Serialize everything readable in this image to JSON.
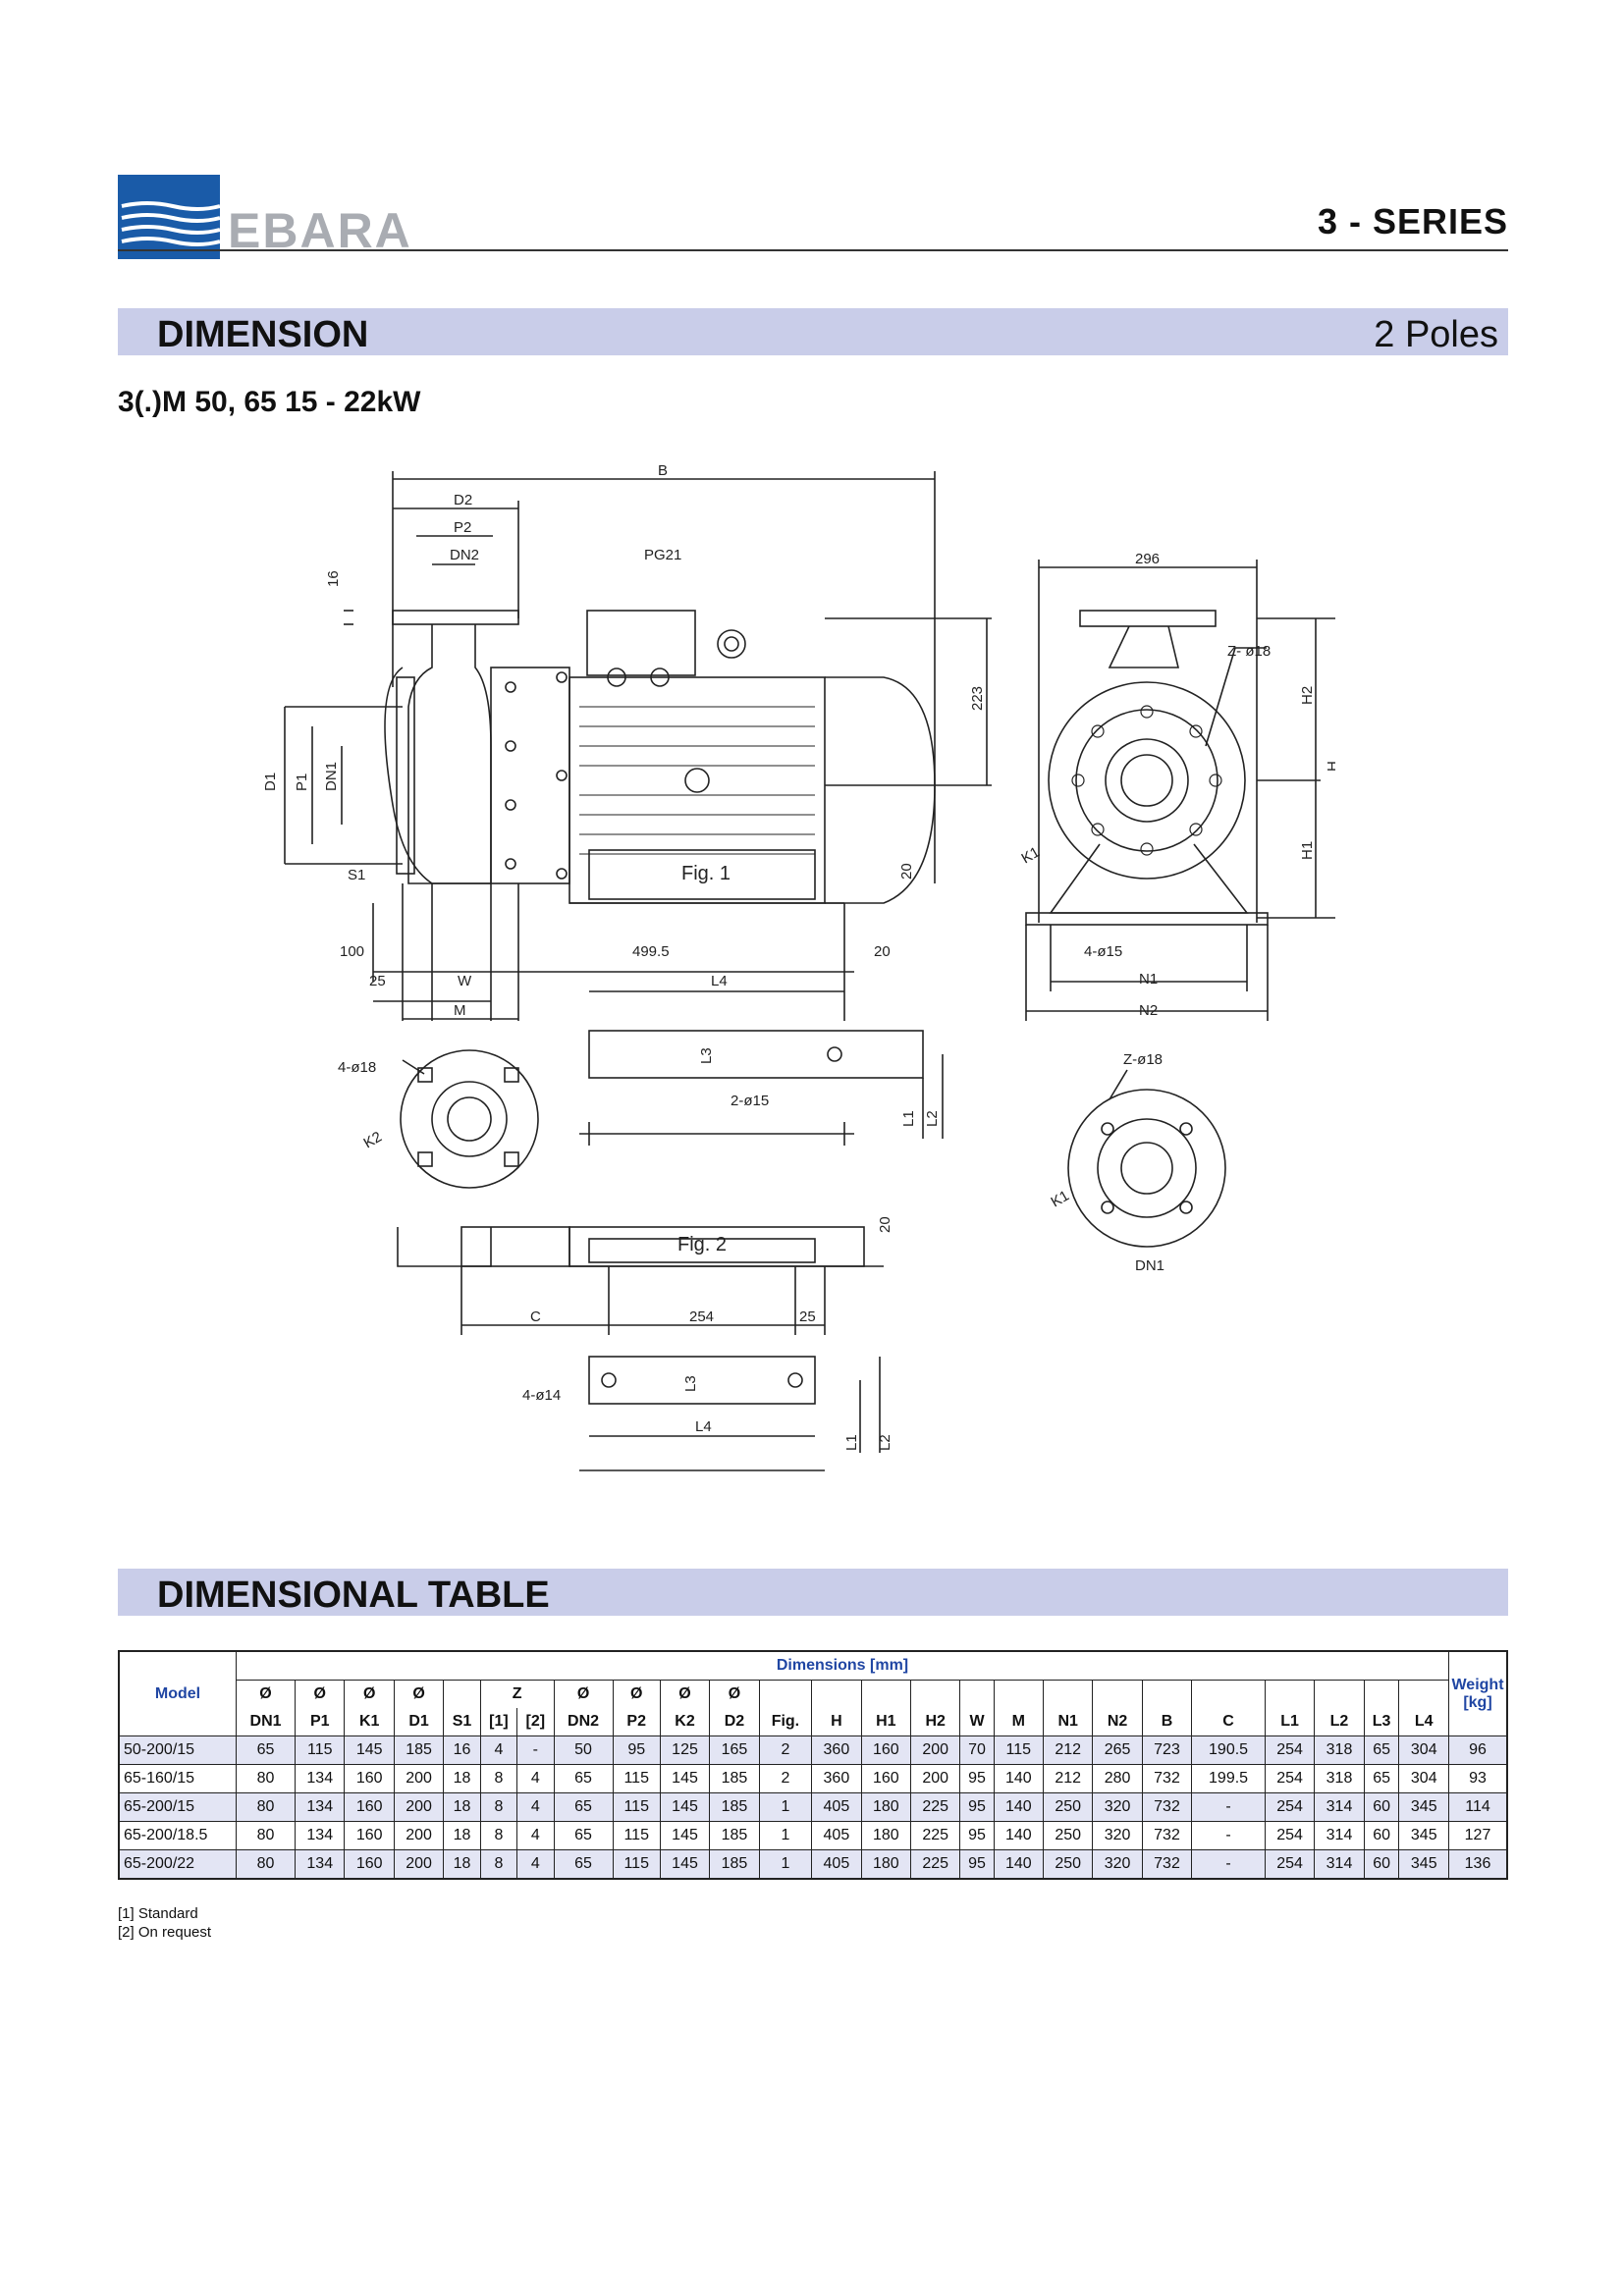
{
  "header": {
    "brand": "EBARA",
    "series": "3 - SERIES",
    "brand_color": "#1a5ba8"
  },
  "dimension_band": {
    "title": "DIMENSION",
    "poles": "2 Poles"
  },
  "subtitle": "3(.)M 50, 65  15 - 22kW",
  "drawing_labels": {
    "B": "B",
    "D2": "D2",
    "P2": "P2",
    "DN2": "DN2",
    "PG21": "PG21",
    "d16": "16",
    "D1": "D1",
    "P1": "P1",
    "DN1": "DN1",
    "S1": "S1",
    "n223": "223",
    "n20a": "20",
    "fig1": "Fig. 1",
    "n100": "100",
    "n4995": "499.5",
    "n20b": "20",
    "n25": "25",
    "W": "W",
    "M": "M",
    "L4": "L4",
    "L3": "L3",
    "h418": "4-ø18",
    "K2": "K2",
    "h215": "2-ø15",
    "L1": "L1",
    "L2": "L2",
    "n296": "296",
    "Z18": "Z-  ø18",
    "H2": "H2",
    "H": "H",
    "H1": "H1",
    "K1": "K1",
    "h415": "4-ø15",
    "N1": "N1",
    "N2": "N2",
    "Z18b": "Z-ø18",
    "K1b": "K1",
    "DN1b": "DN1",
    "fig2": "Fig. 2",
    "n20c": "20",
    "C": "C",
    "n254": "254",
    "n25b": "25",
    "h414": "4-ø14",
    "L3b": "L3",
    "L4b": "L4",
    "L1b": "L1",
    "L2b": "L2"
  },
  "table_band": {
    "title": "DIMENSIONAL TABLE"
  },
  "table": {
    "model_header": "Model",
    "dimensions_header": "Dimensions [mm]",
    "weight_header": "Weight [kg]",
    "top_headers": [
      "Ø",
      "Ø",
      "Ø",
      "Ø",
      "",
      "Z",
      "Ø",
      "Ø",
      "Ø",
      "Ø",
      "",
      "",
      "",
      "",
      "",
      "",
      "",
      "",
      "",
      "",
      "",
      "",
      "",
      ""
    ],
    "bottom_headers": [
      "DN1",
      "P1",
      "K1",
      "D1",
      "S1",
      "[1]",
      "[2]",
      "DN2",
      "P2",
      "K2",
      "D2",
      "Fig.",
      "H",
      "H1",
      "H2",
      "W",
      "M",
      "N1",
      "N2",
      "B",
      "C",
      "L1",
      "L2",
      "L3",
      "L4"
    ],
    "rows": [
      {
        "model": "50-200/15",
        "cells": [
          "65",
          "115",
          "145",
          "185",
          "16",
          "4",
          "-",
          "50",
          "95",
          "125",
          "165",
          "2",
          "360",
          "160",
          "200",
          "70",
          "115",
          "212",
          "265",
          "723",
          "190.5",
          "254",
          "318",
          "65",
          "304"
        ],
        "weight": "96"
      },
      {
        "model": "65-160/15",
        "cells": [
          "80",
          "134",
          "160",
          "200",
          "18",
          "8",
          "4",
          "65",
          "115",
          "145",
          "185",
          "2",
          "360",
          "160",
          "200",
          "95",
          "140",
          "212",
          "280",
          "732",
          "199.5",
          "254",
          "318",
          "65",
          "304"
        ],
        "weight": "93"
      },
      {
        "model": "65-200/15",
        "cells": [
          "80",
          "134",
          "160",
          "200",
          "18",
          "8",
          "4",
          "65",
          "115",
          "145",
          "185",
          "1",
          "405",
          "180",
          "225",
          "95",
          "140",
          "250",
          "320",
          "732",
          "-",
          "254",
          "314",
          "60",
          "345"
        ],
        "weight": "114"
      },
      {
        "model": "65-200/18.5",
        "cells": [
          "80",
          "134",
          "160",
          "200",
          "18",
          "8",
          "4",
          "65",
          "115",
          "145",
          "185",
          "1",
          "405",
          "180",
          "225",
          "95",
          "140",
          "250",
          "320",
          "732",
          "-",
          "254",
          "314",
          "60",
          "345"
        ],
        "weight": "127"
      },
      {
        "model": "65-200/22",
        "cells": [
          "80",
          "134",
          "160",
          "200",
          "18",
          "8",
          "4",
          "65",
          "115",
          "145",
          "185",
          "1",
          "405",
          "180",
          "225",
          "95",
          "140",
          "250",
          "320",
          "732",
          "-",
          "254",
          "314",
          "60",
          "345"
        ],
        "weight": "136"
      }
    ]
  },
  "notes": [
    "[1] Standard",
    "[2] On request"
  ]
}
